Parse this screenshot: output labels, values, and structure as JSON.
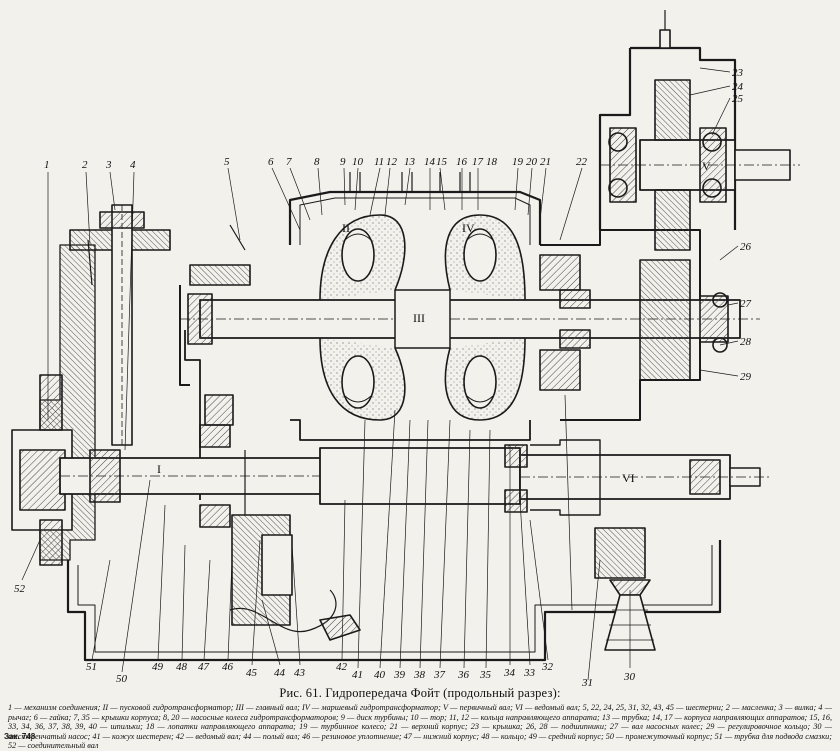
{
  "figure": {
    "title": "Рис. 61. Гидропередача Фойт (продольный разрез):",
    "legend": "1 — механизм соединения; II — пусковой гидротрансформатор; III — главный вал; IV — маршевый гидротрансформатор; V — первичный вал; VI — ведомый вал; 5, 22, 24, 25, 31, 32, 43, 45 — шестерни; 2 — масленка; 3 — вилка; 4 — рычаг; 6 — гайка; 7, 35 — крышки корпуса; 8, 20 — насосные колеса гидротрансформаторов; 9 — диск турбины; 10 — тор; 11, 12 — кольца направляющего аппарата; 13 — трубка; 14, 17 — корпуса направляющих аппаратов; 15, 16, 33, 34, 36, 37, 38, 39, 40 — шпильки; 18 — лопатки направляющего аппарата; 19 — турбинное колесо; 21 — верхний корпус; 23 — крышка; 26, 28 — подшипники; 27 — вал насосных колес; 29 — регулировочное кольцо; 30 — шестеренчатый насос; 41 — кожух шестерен; 42 — ведомый вал; 44 — полый вал; 46 — резиновое уплотнение; 47 — нижний корпус; 48 — кольцо; 49 — средний корпус; 50 — промежуточный корпус; 51 — трубка для подвода смазки; 52 — соединительный вал",
    "order_no": "Зак. 748"
  },
  "shaft_labels": [
    "I",
    "III",
    "V",
    "VI",
    "II",
    "IV"
  ],
  "callouts": {
    "left": [
      "1",
      "2",
      "3",
      "4",
      "5",
      "6",
      "7",
      "8",
      "9",
      "10",
      "11",
      "12",
      "13",
      "14",
      "15",
      "16",
      "17",
      "18",
      "19",
      "20",
      "21",
      "22"
    ],
    "right": [
      "23",
      "24",
      "25",
      "26",
      "27",
      "28",
      "29"
    ],
    "bottom": [
      "52",
      "51",
      "50",
      "49",
      "48",
      "47",
      "46",
      "45",
      "44",
      "43",
      "42",
      "41",
      "40",
      "39",
      "38",
      "37",
      "36",
      "35",
      "34",
      "33",
      "32",
      "31",
      "30"
    ]
  },
  "colors": {
    "ink": "#1a1a1a",
    "paper": "#f2f1ec",
    "hatch": "#555555"
  }
}
